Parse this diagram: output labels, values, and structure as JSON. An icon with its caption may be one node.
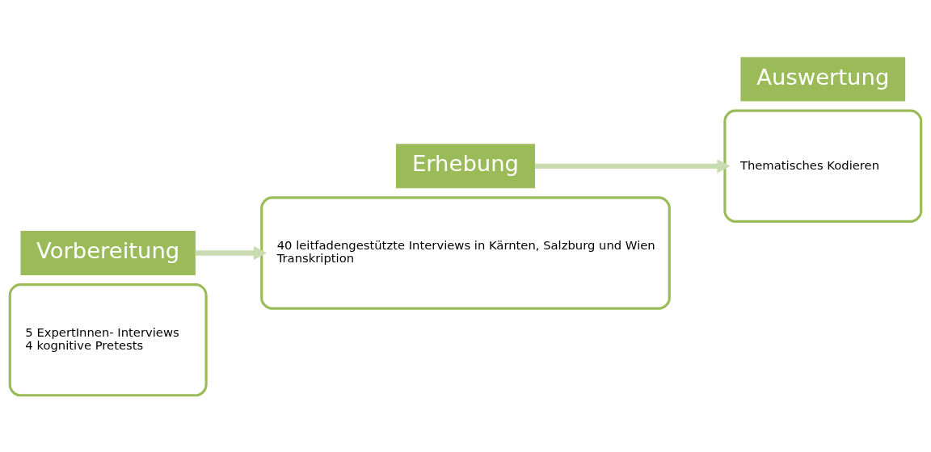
{
  "diagram": {
    "nodes": [
      {
        "text": [
          "5 ExpertInnen- Interviews",
          "4 kognitive Pretests"
        ]
      },
      {
        "text": [
          "Vorbereitung"
        ]
      },
      {
        "text": [
          "Erhebung"
        ]
      },
      {
        "text": [
          "40 leitfadengestützte Interviews in Kärnten, Salzburg und Wien",
          "Transkription"
        ]
      },
      {
        "text": [
          "Thematisches Kodieren"
        ]
      },
      {
        "text": [
          "Auswertung"
        ]
      }
    ],
    "edges": [
      {
        "from": 1,
        "to": 3,
        "arrow": "to"
      },
      {
        "from": 2,
        "to": 4,
        "arrow": "to"
      }
    ]
  }
}
